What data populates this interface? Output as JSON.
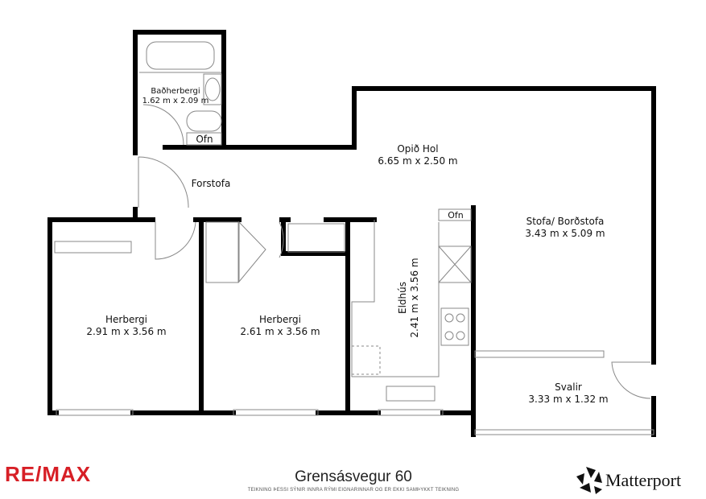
{
  "plan": {
    "rooms": [
      {
        "name": "Baðherbergi",
        "size": "1.62 m x 2.09 m"
      },
      {
        "name": "Forstofa",
        "size": ""
      },
      {
        "name": "Opið Hol",
        "size": "6.65 m x 2.50 m"
      },
      {
        "name": "Stofa/ Borðstofa",
        "size": "3.43 m x 5.09 m"
      },
      {
        "name": "Herbergi",
        "size": "2.91 m x 3.56 m"
      },
      {
        "name": "Herbergi",
        "size": "2.61 m x 3.56 m"
      },
      {
        "name": "Eldhús",
        "size": "2.41 m x 3.56 m"
      },
      {
        "name": "Svalir",
        "size": "3.33 m x 1.32 m"
      }
    ],
    "ofn_label": "Ofn",
    "wall_color": "#000000"
  },
  "footer": {
    "remax_logo": "RE/MAX",
    "brand_color": "#d71f26",
    "address": "Grensásvegur 60",
    "disclaimer": "TEIKNING ÞESSI SÝNIR INNRA RÝMI EIGNARINNAR OG ER EKKI SAMÞYKKT TEIKNING",
    "matterport_logo": "Matterport"
  }
}
